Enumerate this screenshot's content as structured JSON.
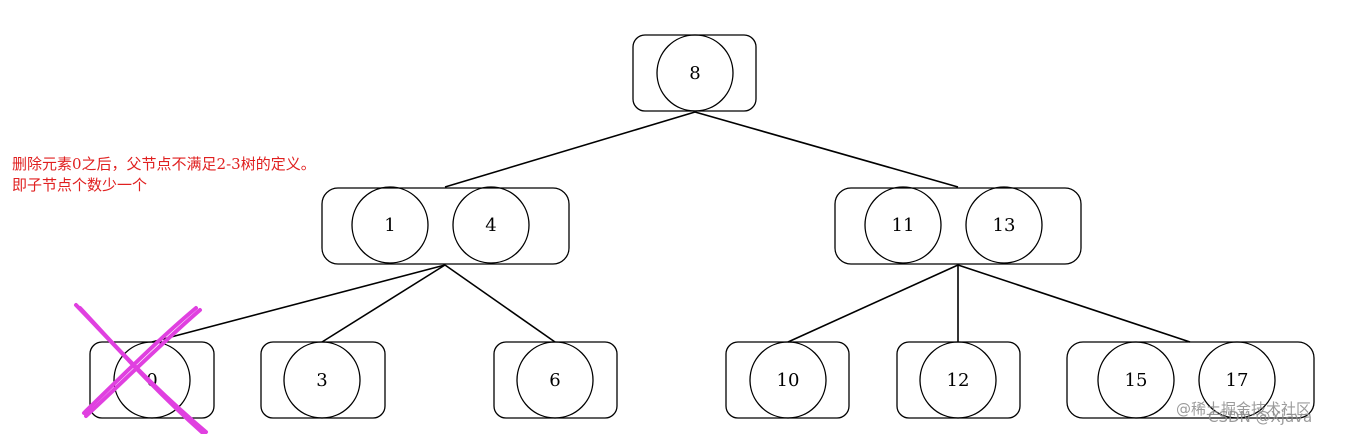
{
  "annotation": {
    "line1": "删除元素0之后，父节点不满足2-3树的定义。",
    "line2": "即子节点个数少一个"
  },
  "nodes": {
    "root": {
      "keys": [
        "8"
      ]
    },
    "left": {
      "keys": [
        "1",
        "4"
      ]
    },
    "right": {
      "keys": [
        "11",
        "13"
      ]
    },
    "leaf_0": {
      "keys": [
        "0"
      ],
      "deleted": true
    },
    "leaf_3": {
      "keys": [
        "3"
      ]
    },
    "leaf_6": {
      "keys": [
        "6"
      ]
    },
    "leaf_10": {
      "keys": [
        "10"
      ]
    },
    "leaf_12": {
      "keys": [
        "12"
      ]
    },
    "leaf_15_17": {
      "keys": [
        "15",
        "17"
      ]
    }
  },
  "watermark": {
    "line1": "@稀土掘金技术社区",
    "line2": "CSDN @Xjava"
  },
  "colors": {
    "annotation": "#e02020",
    "cross_mark": "#e040e0"
  }
}
